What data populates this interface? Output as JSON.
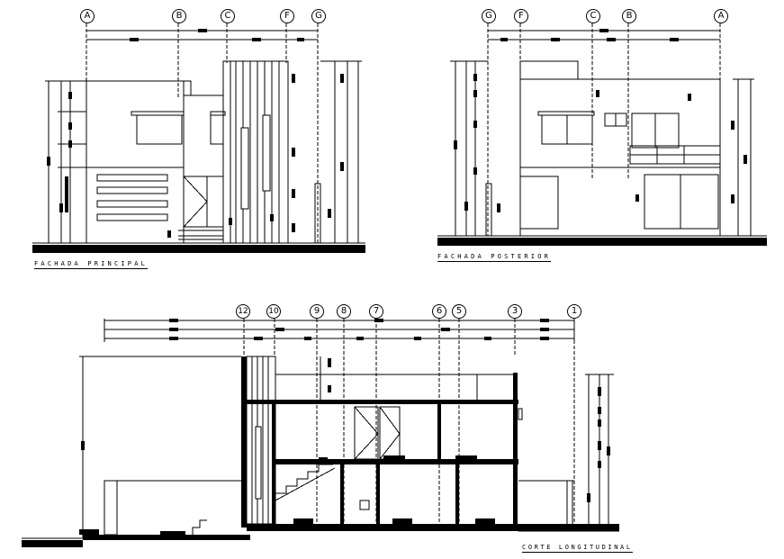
{
  "drawings": {
    "front": {
      "title": "FACHADA PRINCIPAL",
      "axes": [
        "A",
        "B",
        "C",
        "F",
        "G"
      ]
    },
    "rear": {
      "title": "FACHADA POSTERIOR",
      "axes": [
        "G",
        "F",
        "C",
        "B",
        "A"
      ]
    },
    "section": {
      "title": "CORTE LONGITUDINAL",
      "axes": [
        "12",
        "10",
        "9",
        "8",
        "7",
        "6",
        "5",
        "3",
        "1"
      ]
    }
  },
  "colors": {
    "line": "#000000",
    "background": "#ffffff"
  }
}
